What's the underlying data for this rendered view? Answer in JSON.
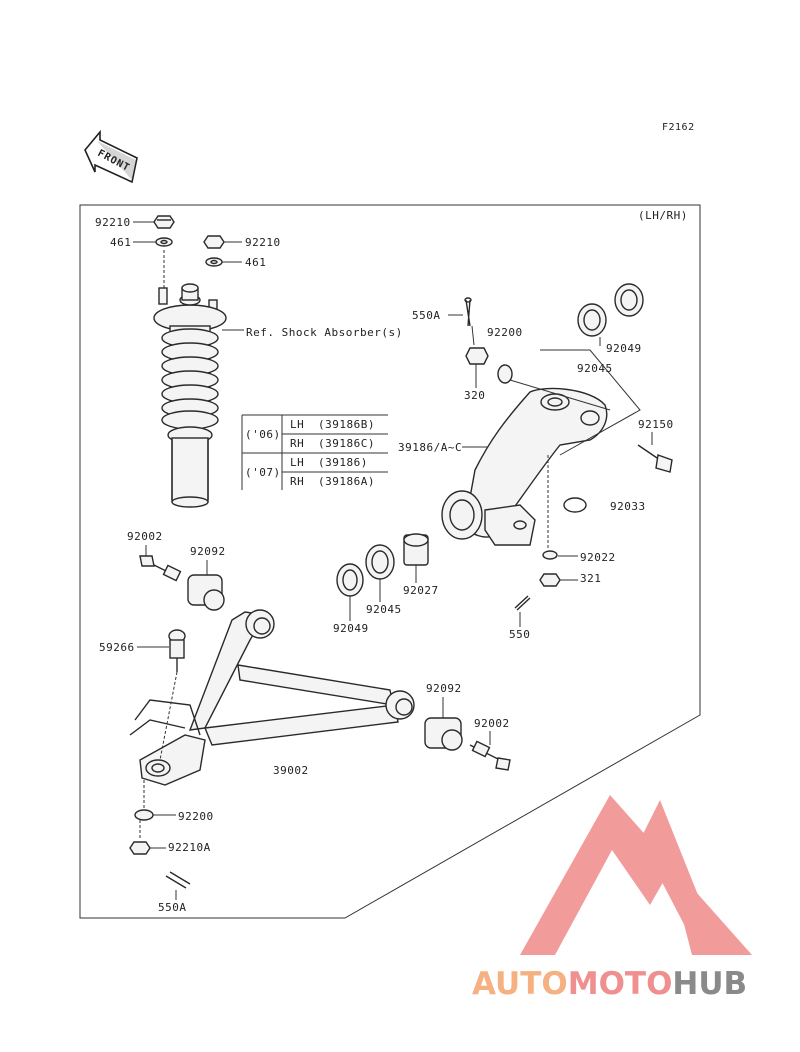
{
  "figure_code": "F2162",
  "front_label": "FRONT",
  "variant_note": "(LH/RH)",
  "reference_note": "Ref. Shock Absorber(s)",
  "parts": {
    "p92210_top": "92210",
    "p461_left": "461",
    "p92210_right": "92210",
    "p461_right": "461",
    "p550A_top": "550A",
    "p92200_top": "92200",
    "p320": "320",
    "p92049_top": "92049",
    "p92045_top": "92045",
    "p92150": "92150",
    "p39186": "39186/A~C",
    "p92033": "92033",
    "p92022": "92022",
    "p321": "321",
    "p550": "550",
    "p92002_left": "92002",
    "p92092_left": "92092",
    "p59266": "59266",
    "p92027": "92027",
    "p92045_bottom": "92045",
    "p92049_bottom": "92049",
    "p92092_right": "92092",
    "p92002_right": "92002",
    "p39002": "39002",
    "p92200_bottom": "92200",
    "p92210A": "92210A",
    "p550A_bottom": "550A"
  },
  "variant_table": {
    "rows": [
      {
        "year": "('06)",
        "side": "LH",
        "code": "(39186B)"
      },
      {
        "year": "",
        "side": "RH",
        "code": "(39186C)"
      },
      {
        "year": "('07)",
        "side": "LH",
        "code": "(39186)"
      },
      {
        "year": "",
        "side": "RH",
        "code": "(39186A)"
      }
    ]
  },
  "watermark": {
    "part1": "AUTO",
    "part2": "MOTO",
    "part3": "HUB",
    "color1": "#f6b183",
    "color2": "#ef8f8f",
    "color3": "#8a8a8a",
    "logo_color": "#f08a8a"
  }
}
